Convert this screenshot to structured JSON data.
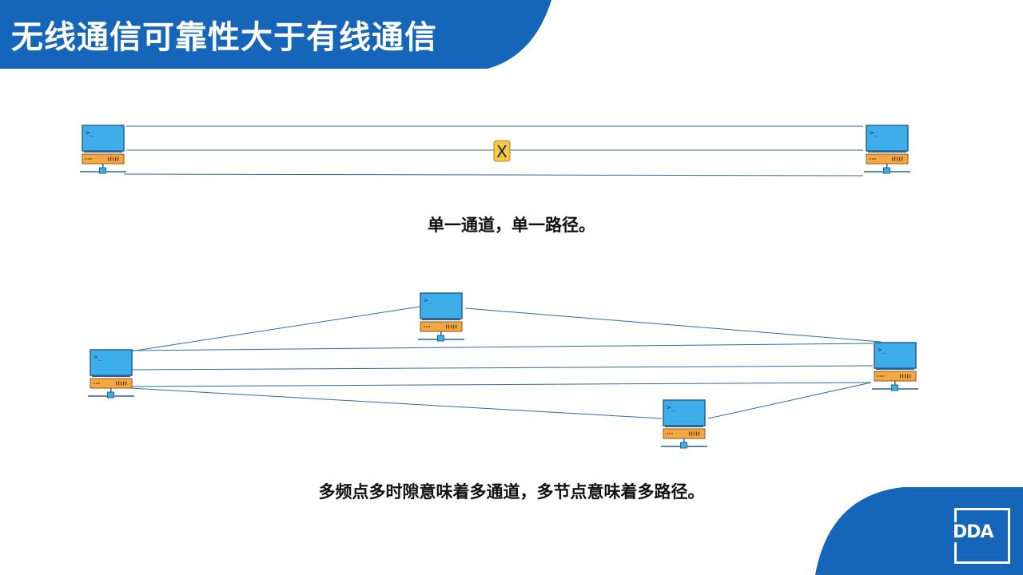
{
  "title": "无线通信可靠性大于有线通信",
  "captions": {
    "single": "单一通道，单一路径。",
    "multi": "多频点多时隙意味着多通道，多节点意味着多路径。"
  },
  "blocked_marker": "X",
  "logo_text": "DDA",
  "colors": {
    "brand_blue": "#1565b8",
    "line": "#2c6e9e",
    "monitor": "#3daee9",
    "base": "#f5a742",
    "marker": "#f7c948"
  },
  "icons": [
    "computer-icon"
  ]
}
